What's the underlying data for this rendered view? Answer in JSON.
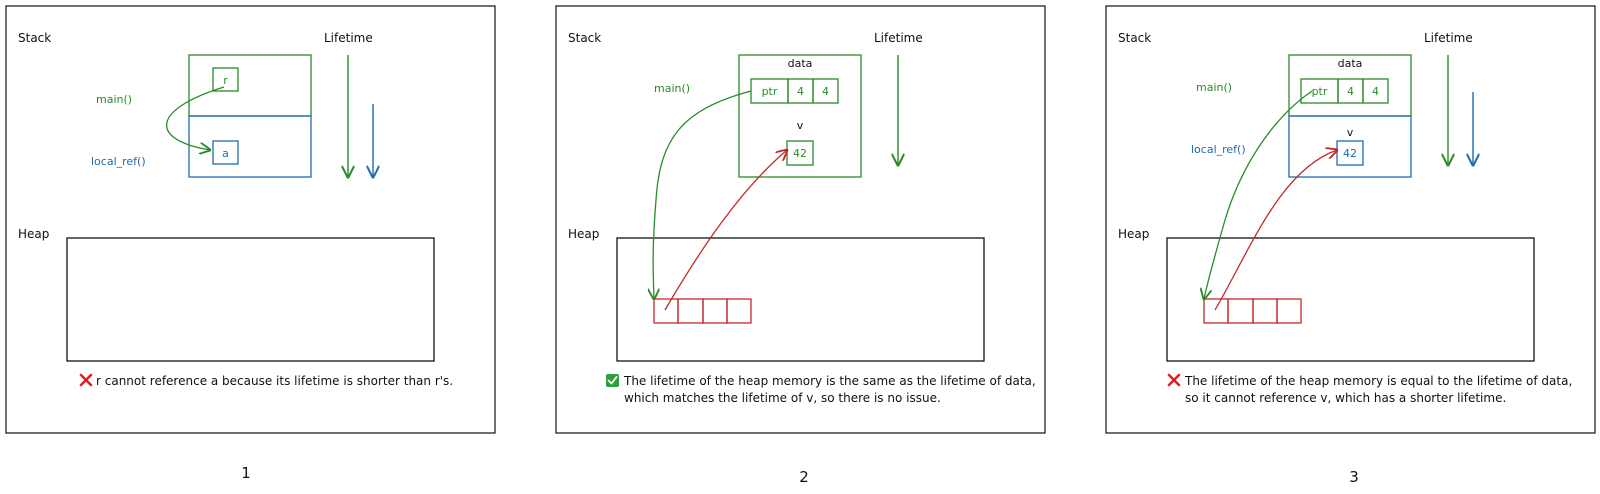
{
  "colors": {
    "frame": "#111111",
    "main_green": "#2a8a2a",
    "local_blue": "#1f6cae",
    "heap_red": "#c62828",
    "cross_red": "#e02424",
    "check_green": "#2e9e3e"
  },
  "panels": [
    {
      "number": "1",
      "stack_label": "Stack",
      "lifetime_label": "Lifetime",
      "heap_label": "Heap",
      "main_label": "main()",
      "local_label": "local_ref()",
      "var_r": "r",
      "var_a": "a",
      "status_icon": "cross-icon",
      "caption_lines": [
        "r cannot reference a because its lifetime is shorter than r's."
      ]
    },
    {
      "number": "2",
      "stack_label": "Stack",
      "lifetime_label": "Lifetime",
      "heap_label": "Heap",
      "main_label": "main()",
      "data_label": "data",
      "data_fields": [
        "ptr",
        "4",
        "4"
      ],
      "v_label": "v",
      "v_value": "42",
      "status_icon": "check-icon",
      "caption_lines": [
        "The lifetime of the heap memory is the same as the lifetime of data,",
        "which matches the lifetime of v, so there is no issue."
      ]
    },
    {
      "number": "3",
      "stack_label": "Stack",
      "lifetime_label": "Lifetime",
      "heap_label": "Heap",
      "main_label": "main()",
      "local_label": "local_ref()",
      "data_label": "data",
      "data_fields": [
        "ptr",
        "4",
        "4"
      ],
      "v_label": "v",
      "v_value": "42",
      "status_icon": "cross-icon",
      "caption_lines": [
        "The lifetime of the heap memory is equal to the lifetime of data,",
        "so it cannot reference v, which has a shorter lifetime."
      ]
    }
  ]
}
